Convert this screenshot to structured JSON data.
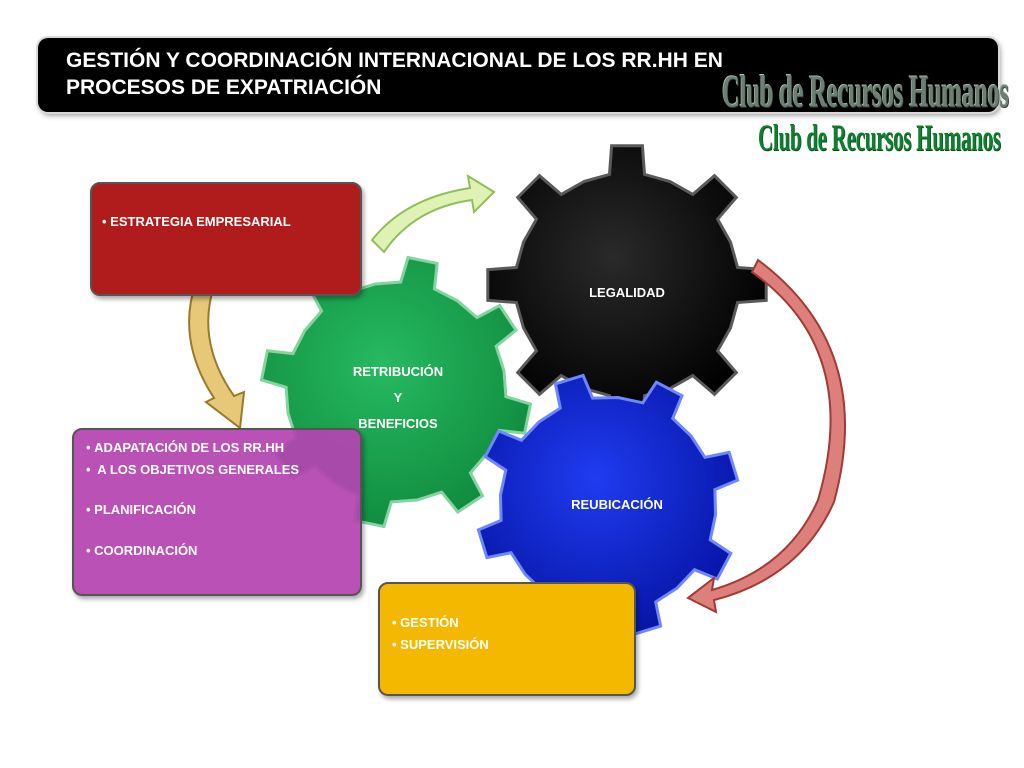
{
  "header": {
    "title_line1": "GESTIÓN Y COORDINACIÓN INTERNACIONAL DE LOS RR.HH EN",
    "title_line2": "PROCESOS DE EXPATRIACIÓN"
  },
  "watermark": {
    "text_back": "Club de Recursos Humanos",
    "text_front": "Club de Recursos Humanos"
  },
  "boxes": {
    "red": {
      "items": [
        "ESTRATEGIA EMPRESARIAL"
      ],
      "color": "#b01c1c"
    },
    "magenta": {
      "items": [
        "ADAPATACIÓN DE LOS RR.HH",
        " A LOS OBJETIVOS GENERALES",
        "PLANIFICACIÓN",
        "COORDINACIÓN"
      ],
      "color": "#b94ab8"
    },
    "yellow": {
      "items": [
        "GESTIÓN",
        "SUPERVISIÓN"
      ],
      "color": "#f5b800"
    }
  },
  "gears": {
    "legalidad": {
      "label": "LEGALIDAD",
      "color": "#111111"
    },
    "retribucion": {
      "line1": "RETRIBUCIÓN",
      "line2": "Y",
      "line3": "BENEFICIOS",
      "color": "#13a24b"
    },
    "reubicacion": {
      "label": "REUBICACIÓN",
      "color": "#0a20c9"
    }
  },
  "arrows": {
    "green": {
      "color": "#d9f0a8"
    },
    "gold": {
      "color": "#d8b65a"
    },
    "red": {
      "color": "#d9736f"
    }
  }
}
